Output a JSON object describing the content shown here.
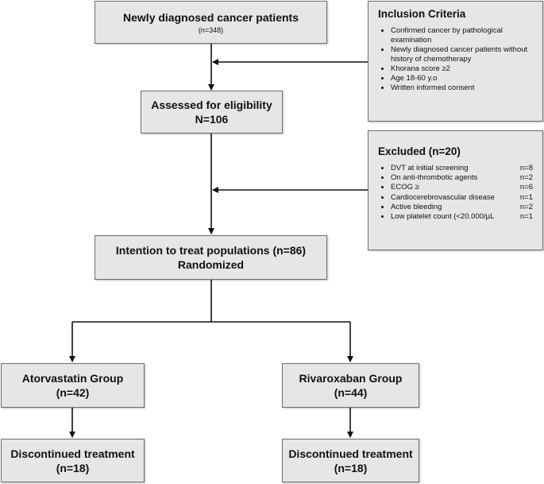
{
  "boxes": {
    "diagnosed": {
      "title": "Newly diagnosed cancer patients",
      "n": "(n=348)"
    },
    "assessed": {
      "title": "Assessed for eligibility",
      "n": "N=106"
    },
    "itt": {
      "title": "Intention to treat populations (n=86)",
      "sub": "Randomized"
    },
    "atorvastatin": {
      "title": "Atorvastatin Group",
      "n": "(n=42)"
    },
    "rivaroxaban": {
      "title": "Rivaroxaban Group",
      "n": "(n=44)"
    },
    "discontinued_left": {
      "title": "Discontinued treatment",
      "n": "(n=18)"
    },
    "discontinued_right": {
      "title": "Discontinued treatment",
      "n": "(n=18)"
    }
  },
  "inclusion": {
    "title": "Inclusion Criteria",
    "items": [
      "Confirmed cancer by pathological examination",
      "Newly diagnosed cancer patients without history of chemotherapy",
      "Khorana score ≥2",
      "Age 18-60 y.o",
      "Written informed consent"
    ]
  },
  "excluded": {
    "title": "Excluded (n=20)",
    "items": [
      {
        "label": "DVT at initial screening",
        "n": "n=8"
      },
      {
        "label": "On anti-thrombotic agents",
        "n": "n=2"
      },
      {
        "label": "ECOG ≥",
        "n": "n=6"
      },
      {
        "label": "Cardiocerebrovascular disease",
        "n": "n=1"
      },
      {
        "label": "Active bleeding",
        "n": "n=2"
      },
      {
        "label": "Low platelet count (<20.000/µL",
        "n": "n=1"
      }
    ]
  }
}
